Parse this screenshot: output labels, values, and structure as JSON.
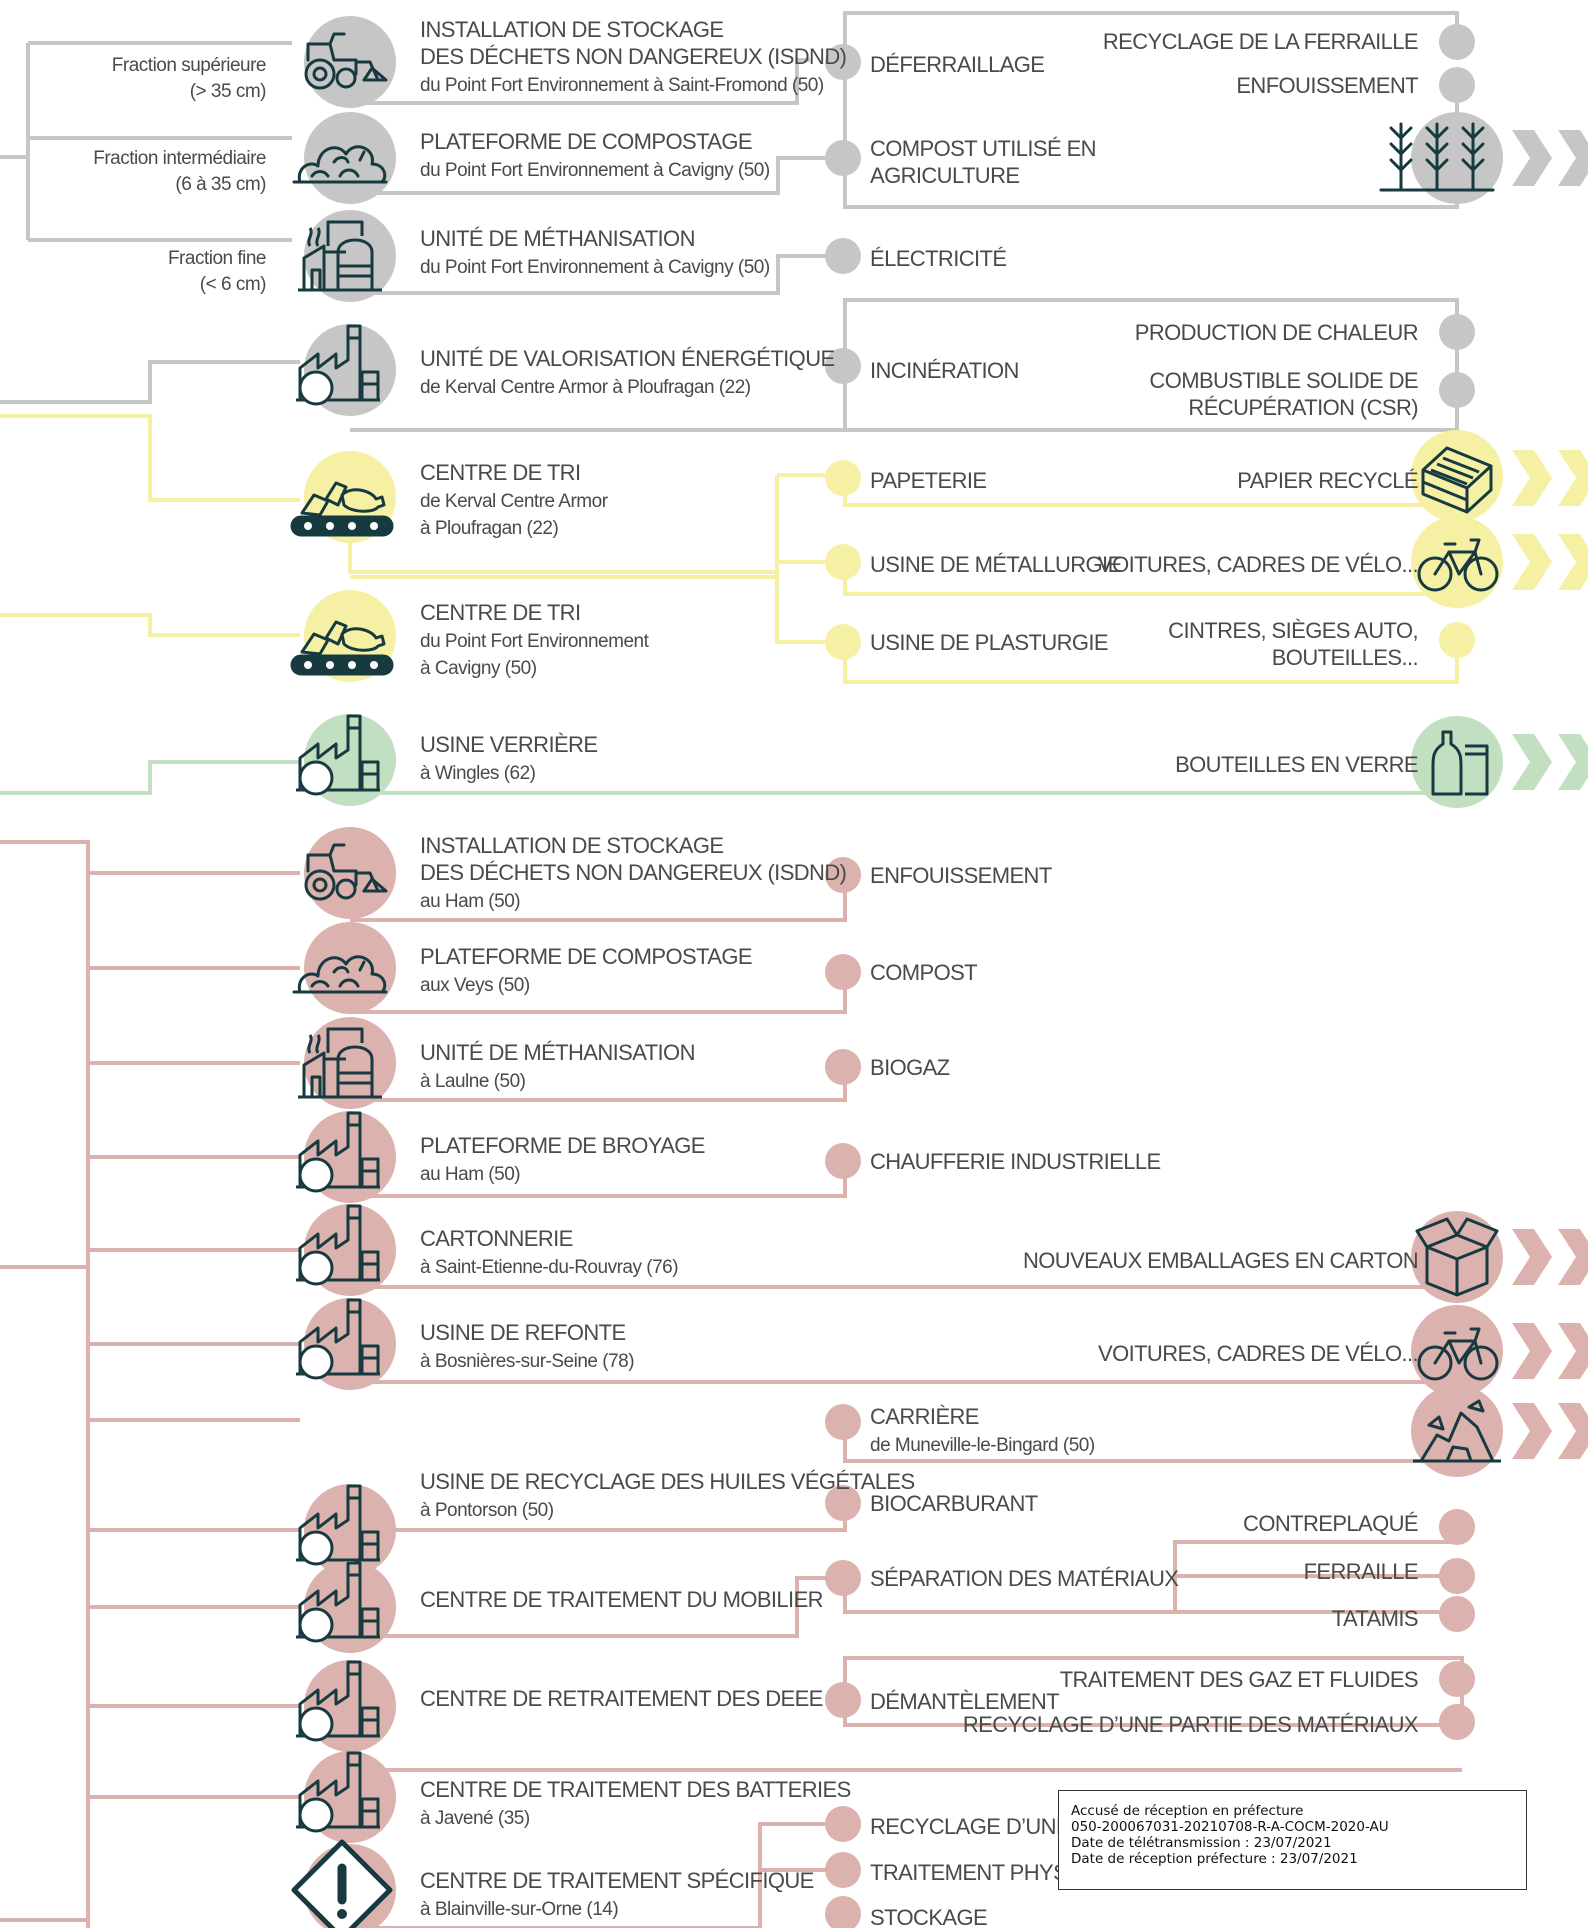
{
  "colors": {
    "grey": "#c6c6c6",
    "yellow": "#f6f0a4",
    "green": "#c3dfc1",
    "pink": "#dbb2ae",
    "icon": "#173a40"
  },
  "fractions": [
    {
      "line1": "Fraction supérieure",
      "line2": "(> 35 cm)"
    },
    {
      "line1": "Fraction intermédiaire",
      "line2": "(6 à 35 cm)"
    },
    {
      "line1": "Fraction fine",
      "line2": "(< 6 cm)"
    }
  ],
  "facilities": [
    {
      "title": [
        "INSTALLATION DE STOCKAGE",
        "DES DÉCHETS NON DANGEREUX (ISDND)"
      ],
      "sub": [
        "du Point Fort Environnement à Saint-Fromond (50)"
      ],
      "icon": "tractor-landfill-icon"
    },
    {
      "title": [
        "PLATEFORME DE COMPOSTAGE"
      ],
      "sub": [
        "du Point Fort Environnement à Cavigny (50)"
      ],
      "icon": "compost-pile-icon"
    },
    {
      "title": [
        "UNITÉ DE MÉTHANISATION"
      ],
      "sub": [
        "du Point Fort Environnement à Cavigny (50)"
      ],
      "icon": "methanisation-plant-icon"
    },
    {
      "title": [
        "UNITÉ DE VALORISATION ÉNERGÉTIQUE"
      ],
      "sub": [
        "de Kerval Centre Armor à Ploufragan (22)"
      ],
      "icon": "energy-factory-icon"
    },
    {
      "title": [
        "CENTRE DE TRI"
      ],
      "sub": [
        "de Kerval Centre Armor",
        "à Ploufragan (22)"
      ],
      "icon": "sorting-conveyor-icon"
    },
    {
      "title": [
        "CENTRE DE TRI"
      ],
      "sub": [
        "du Point Fort Environnement",
        "à Cavigny (50)"
      ],
      "icon": "sorting-conveyor-icon"
    },
    {
      "title": [
        "USINE VERRIÈRE"
      ],
      "sub": [
        "à Wingles (62)"
      ],
      "icon": "glass-factory-icon"
    },
    {
      "title": [
        "INSTALLATION DE STOCKAGE",
        "DES DÉCHETS NON DANGEREUX (ISDND)"
      ],
      "sub": [
        "au Ham (50)"
      ],
      "icon": "tractor-landfill-icon"
    },
    {
      "title": [
        "PLATEFORME DE COMPOSTAGE"
      ],
      "sub": [
        "aux Veys (50)"
      ],
      "icon": "compost-pile-icon"
    },
    {
      "title": [
        "UNITÉ DE MÉTHANISATION"
      ],
      "sub": [
        "à Laulne (50)"
      ],
      "icon": "methanisation-plant-icon"
    },
    {
      "title": [
        "PLATEFORME DE BROYAGE"
      ],
      "sub": [
        "au Ham (50)"
      ],
      "icon": "energy-factory-icon"
    },
    {
      "title": [
        "CARTONNERIE"
      ],
      "sub": [
        "à Saint-Etienne-du-Rouvray (76)"
      ],
      "icon": "recycling-factory-icon"
    },
    {
      "title": [
        "USINE DE REFONTE"
      ],
      "sub": [
        "à Bosnières-sur-Seine (78)"
      ],
      "icon": "recycling-factory-icon"
    },
    {
      "title": [
        "USINE DE RECYCLAGE DES HUILES VÉGÉTALES"
      ],
      "sub": [
        "à Pontorson (50)"
      ],
      "icon": "recycling-factory-icon"
    },
    {
      "title": [
        "CENTRE DE TRAITEMENT DU MOBILIER"
      ],
      "sub": [],
      "icon": "recycling-factory-icon"
    },
    {
      "title": [
        "CENTRE DE RETRAITEMENT DES DEEE"
      ],
      "sub": [],
      "icon": "weee-factory-icon"
    },
    {
      "title": [
        "CENTRE DE TRAITEMENT DES BATTERIES"
      ],
      "sub": [
        "à Javené (35)"
      ],
      "icon": "weee-factory-icon"
    },
    {
      "title": [
        "CENTRE DE TRAITEMENT SPÉCIFIQUE"
      ],
      "sub": [
        "à Blainville-sur-Orne (14)"
      ],
      "icon": "hazard-sign-icon"
    }
  ],
  "treatments": [
    {
      "lines": [
        "DÉFERRAILLAGE"
      ]
    },
    {
      "lines": [
        "COMPOST UTILISÉ EN",
        "AGRICULTURE"
      ]
    },
    {
      "lines": [
        "ÉLECTRICITÉ"
      ]
    },
    {
      "lines": [
        "INCINÉRATION"
      ]
    },
    {
      "lines": [
        "PAPETERIE"
      ]
    },
    {
      "lines": [
        "USINE DE MÉTALLURGIE"
      ]
    },
    {
      "lines": [
        "USINE DE PLASTURGIE"
      ]
    },
    {
      "lines": [
        "ENFOUISSEMENT"
      ]
    },
    {
      "lines": [
        "COMPOST"
      ]
    },
    {
      "lines": [
        "BIOGAZ"
      ]
    },
    {
      "lines": [
        "CHAUFFERIE INDUSTRIELLE"
      ]
    },
    {
      "lines": [
        "CARRIÈRE"
      ],
      "sub": "de Muneville-le-Bingard (50)"
    },
    {
      "lines": [
        "BIOCARBURANT"
      ]
    },
    {
      "lines": [
        "SÉPARATION DES MATÉRIAUX"
      ]
    },
    {
      "lines": [
        "DÉMANTÈLEMENT"
      ]
    },
    {
      "lines": [
        "RECYCLAGE D’UNE PARTIE DES MATÉRIAUX"
      ]
    },
    {
      "lines": [
        "TRAITEMENT PHYSICO-CHIMIQUE"
      ]
    },
    {
      "lines": [
        "STOCKAGE"
      ]
    }
  ],
  "outcomes": [
    {
      "lines": [
        "RECYCLAGE DE LA FERRAILLE"
      ]
    },
    {
      "lines": [
        "ENFOUISSEMENT"
      ]
    },
    {
      "lines": [
        "PRODUCTION DE CHALEUR"
      ]
    },
    {
      "lines": [
        "COMBUSTIBLE SOLIDE DE",
        "RÉCUPÉRATION (CSR)"
      ]
    },
    {
      "lines": [
        "PAPIER RECYCLÉ"
      ],
      "icon": "paper-bundle-icon"
    },
    {
      "lines": [
        "VOITURES, CADRES DE VÉLO..."
      ],
      "icon": "bicycle-icon"
    },
    {
      "lines": [
        "CINTRES, SIÈGES AUTO,",
        "BOUTEILLES..."
      ]
    },
    {
      "lines": [
        "BOUTEILLES EN VERRE"
      ],
      "icon": "glass-bottles-icon"
    },
    {
      "lines": [
        "NOUVEAUX EMBALLAGES EN CARTON"
      ],
      "icon": "cardboard-box-icon"
    },
    {
      "lines": [
        "VOITURES, CADRES DE VÉLO..."
      ],
      "icon": "bicycle-icon"
    },
    {
      "lines": [
        "CONTREPLAQUÉ"
      ]
    },
    {
      "lines": [
        "FERRAILLE"
      ]
    },
    {
      "lines": [
        "TATAMIS"
      ]
    },
    {
      "lines": [
        "TRAITEMENT DES GAZ ET FLUIDES"
      ]
    },
    {
      "lines": [
        "RECYCLAGE D’UNE PARTIE DES MATÉRIAUX"
      ]
    }
  ],
  "stamp": {
    "line1": "Accusé de réception en préfecture",
    "line2": "050-200067031-20210708-R-A-COCM-2020-AU",
    "line3": "Date de télétransmission : 23/07/2021",
    "line4": "Date de réception préfecture : 23/07/2021"
  }
}
